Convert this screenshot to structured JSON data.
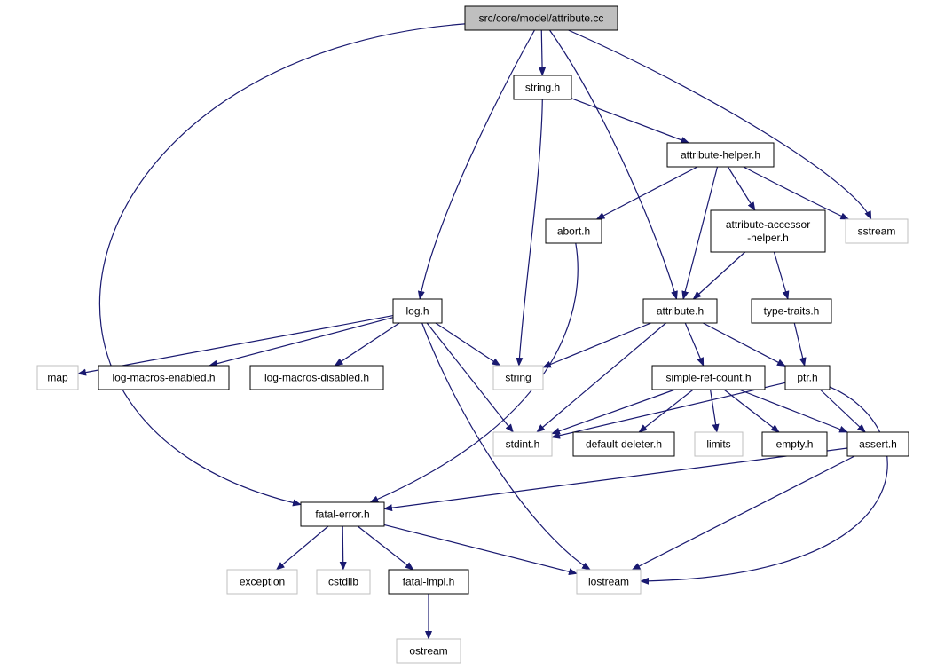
{
  "diagram": {
    "edge_color": "#191970",
    "node_fill_root": "#bfbfbf",
    "node_border_internal": "#000000",
    "node_border_external": "#bfbfbf",
    "nodes": {
      "root": {
        "label": "src/core/model/attribute.cc",
        "kind": "root"
      },
      "string_h": {
        "label": "string.h",
        "kind": "internal"
      },
      "attribute_helper_h": {
        "label": "attribute-helper.h",
        "kind": "internal"
      },
      "abort_h": {
        "label": "abort.h",
        "kind": "internal"
      },
      "attribute_accessor_helper_h": {
        "label": "attribute-accessor\n-helper.h",
        "kind": "internal"
      },
      "sstream": {
        "label": "sstream",
        "kind": "external"
      },
      "log_h": {
        "label": "log.h",
        "kind": "internal"
      },
      "attribute_h": {
        "label": "attribute.h",
        "kind": "internal"
      },
      "type_traits_h": {
        "label": "type-traits.h",
        "kind": "internal"
      },
      "map": {
        "label": "map",
        "kind": "external"
      },
      "log_macros_enabled_h": {
        "label": "log-macros-enabled.h",
        "kind": "internal"
      },
      "log_macros_disabled_h": {
        "label": "log-macros-disabled.h",
        "kind": "internal"
      },
      "string": {
        "label": "string",
        "kind": "external"
      },
      "simple_ref_count_h": {
        "label": "simple-ref-count.h",
        "kind": "internal"
      },
      "ptr_h": {
        "label": "ptr.h",
        "kind": "internal"
      },
      "stdint_h": {
        "label": "stdint.h",
        "kind": "external"
      },
      "default_deleter_h": {
        "label": "default-deleter.h",
        "kind": "internal"
      },
      "limits": {
        "label": "limits",
        "kind": "external"
      },
      "empty_h": {
        "label": "empty.h",
        "kind": "internal"
      },
      "assert_h": {
        "label": "assert.h",
        "kind": "internal"
      },
      "fatal_error_h": {
        "label": "fatal-error.h",
        "kind": "internal"
      },
      "exception": {
        "label": "exception",
        "kind": "external"
      },
      "cstdlib": {
        "label": "cstdlib",
        "kind": "external"
      },
      "fatal_impl_h": {
        "label": "fatal-impl.h",
        "kind": "internal"
      },
      "iostream": {
        "label": "iostream",
        "kind": "external"
      },
      "ostream": {
        "label": "ostream",
        "kind": "external"
      }
    },
    "edges": [
      [
        "root",
        "string_h"
      ],
      [
        "root",
        "log_h"
      ],
      [
        "root",
        "attribute_h"
      ],
      [
        "root",
        "sstream"
      ],
      [
        "root",
        "fatal_error_h"
      ],
      [
        "string_h",
        "string"
      ],
      [
        "string_h",
        "attribute_helper_h"
      ],
      [
        "attribute_helper_h",
        "abort_h"
      ],
      [
        "attribute_helper_h",
        "attribute_h"
      ],
      [
        "attribute_helper_h",
        "attribute_accessor_helper_h"
      ],
      [
        "attribute_helper_h",
        "sstream"
      ],
      [
        "attribute_accessor_helper_h",
        "attribute_h"
      ],
      [
        "attribute_accessor_helper_h",
        "type_traits_h"
      ],
      [
        "abort_h",
        "fatal_error_h"
      ],
      [
        "log_h",
        "map"
      ],
      [
        "log_h",
        "log_macros_enabled_h"
      ],
      [
        "log_h",
        "log_macros_disabled_h"
      ],
      [
        "log_h",
        "string"
      ],
      [
        "log_h",
        "stdint_h"
      ],
      [
        "log_h",
        "iostream"
      ],
      [
        "attribute_h",
        "string"
      ],
      [
        "attribute_h",
        "stdint_h"
      ],
      [
        "attribute_h",
        "simple_ref_count_h"
      ],
      [
        "attribute_h",
        "ptr_h"
      ],
      [
        "type_traits_h",
        "ptr_h"
      ],
      [
        "simple_ref_count_h",
        "stdint_h"
      ],
      [
        "simple_ref_count_h",
        "default_deleter_h"
      ],
      [
        "simple_ref_count_h",
        "limits"
      ],
      [
        "simple_ref_count_h",
        "empty_h"
      ],
      [
        "simple_ref_count_h",
        "assert_h"
      ],
      [
        "ptr_h",
        "stdint_h"
      ],
      [
        "ptr_h",
        "assert_h"
      ],
      [
        "ptr_h",
        "iostream"
      ],
      [
        "assert_h",
        "fatal_error_h"
      ],
      [
        "assert_h",
        "iostream"
      ],
      [
        "fatal_error_h",
        "exception"
      ],
      [
        "fatal_error_h",
        "cstdlib"
      ],
      [
        "fatal_error_h",
        "fatal_impl_h"
      ],
      [
        "fatal_error_h",
        "iostream"
      ],
      [
        "fatal_impl_h",
        "ostream"
      ]
    ]
  }
}
